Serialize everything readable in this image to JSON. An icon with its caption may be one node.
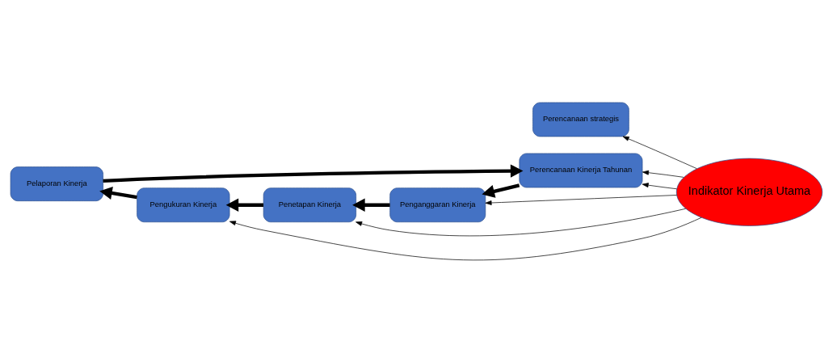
{
  "diagram": {
    "nodes": [
      {
        "text": [
          "Perencanaan strategis"
        ]
      },
      {
        "text": [
          "Perencanaan Kinerja Tahunan"
        ]
      },
      {
        "text": [
          "Pelaporan Kinerja"
        ]
      },
      {
        "text": [
          "Penganggaran Kinerja"
        ]
      },
      {
        "text": [
          "Pengukuran Kinerja"
        ]
      },
      {
        "text": [
          "Penetapan Kinerja"
        ]
      },
      {
        "text": [
          "Indikator Kinerja Utama"
        ]
      }
    ],
    "edges": [
      {
        "from": 6,
        "to": 0,
        "arrow": "to"
      },
      {
        "from": 6,
        "to": 1,
        "arrow": "to"
      },
      {
        "from": 6,
        "to": 1,
        "arrow": "to"
      },
      {
        "from": 6,
        "to": 4,
        "arrow": "to"
      },
      {
        "from": 6,
        "to": 3,
        "arrow": "to"
      },
      {
        "from": 6,
        "to": 5,
        "arrow": "to"
      },
      {
        "from": 2,
        "to": 1,
        "arrow": "to",
        "style": "thick"
      },
      {
        "from": 1,
        "to": 3,
        "arrow": "to",
        "style": "thick"
      },
      {
        "from": 3,
        "to": 5,
        "arrow": "to",
        "style": "thick"
      },
      {
        "from": 5,
        "to": 4,
        "arrow": "to",
        "style": "thick"
      },
      {
        "from": 4,
        "to": 2,
        "arrow": "to",
        "style": "thick"
      }
    ]
  }
}
